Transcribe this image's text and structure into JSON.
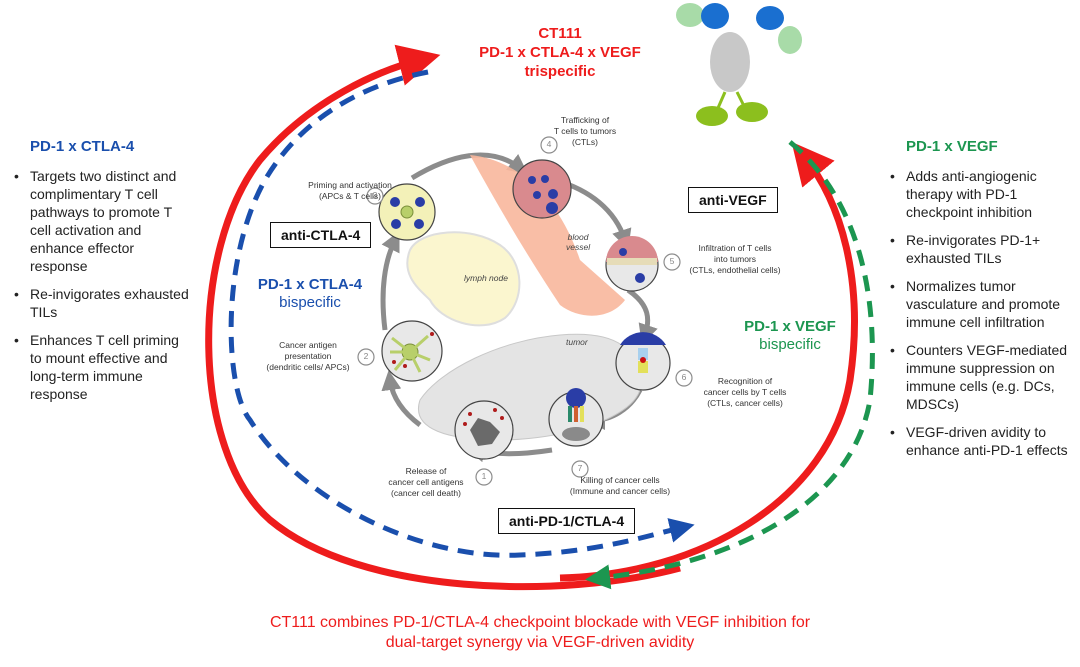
{
  "center_title": {
    "line1": "CT111",
    "line2": "PD-1 x CTLA-4 x VEGF",
    "line3": "trispecific"
  },
  "left_panel": {
    "title": "PD-1 x CTLA-4",
    "bullets": [
      "Targets two distinct and complimentary T cell pathways to promote T cell activation and enhance effector response",
      "Re-invigorates exhausted TILs",
      "Enhances T cell priming to mount effective and long-term immune response"
    ]
  },
  "right_panel": {
    "title": "PD-1 x VEGF",
    "bullets": [
      "Adds anti-angiogenic therapy with PD-1 checkpoint inhibition",
      "Re-invigorates PD-1+ exhausted TILs",
      "Normalizes tumor vasculature and promote immune cell infiltration",
      "Counters VEGF-mediated immune suppression on immune cells (e.g. DCs, MDSCs)",
      "VEGF-driven avidity to enhance anti-PD-1 effects"
    ]
  },
  "drug_boxes": {
    "ctla4": "anti-CTLA-4",
    "vegf": "anti-VEGF",
    "pd1_ctla4": "anti-PD-1/CTLA-4"
  },
  "bispecific_labels": {
    "left": {
      "line1": "PD-1 x CTLA-4",
      "line2": "bispecific"
    },
    "right": {
      "line1": "PD-1 x VEGF",
      "line2": "bispecific"
    }
  },
  "cycle_steps": [
    {
      "number": "1",
      "lines": [
        "Release of",
        "cancer cell antigens",
        "(cancer cell death)"
      ]
    },
    {
      "number": "2",
      "lines": [
        "Cancer antigen",
        "presentation",
        "(dendritic cells/ APCs)"
      ]
    },
    {
      "number": "3",
      "lines": [
        "Priming and activation",
        "(APCs & T cells)"
      ]
    },
    {
      "number": "4",
      "lines": [
        "Trafficking of",
        "T cells to tumors",
        "(CTLs)"
      ]
    },
    {
      "number": "5",
      "lines": [
        "Infiltration of T cells",
        "into tumors",
        "(CTLs, endothelial cells)"
      ]
    },
    {
      "number": "6",
      "lines": [
        "Recognition of",
        "cancer cells by T cells",
        "(CTLs, cancer cells)"
      ]
    },
    {
      "number": "7",
      "lines": [
        "Killing of cancer cells",
        "(Immune and cancer cells)"
      ]
    }
  ],
  "tissue_labels": {
    "lymph_node": "lymph node",
    "blood_vessel_1": "blood",
    "blood_vessel_2": "vessel",
    "tumor": "tumor"
  },
  "footer": {
    "line1": "CT111 combines PD-1/CTLA-4 checkpoint blockade with VEGF inhibition for",
    "line2": "dual-target synergy via VEGF-driven avidity"
  },
  "colors": {
    "trispecific_red": "#ee1c1c",
    "ctla4_blue": "#1a4fad",
    "vegf_green": "#1c9650",
    "cycle_gray": "#8c8c8c"
  }
}
